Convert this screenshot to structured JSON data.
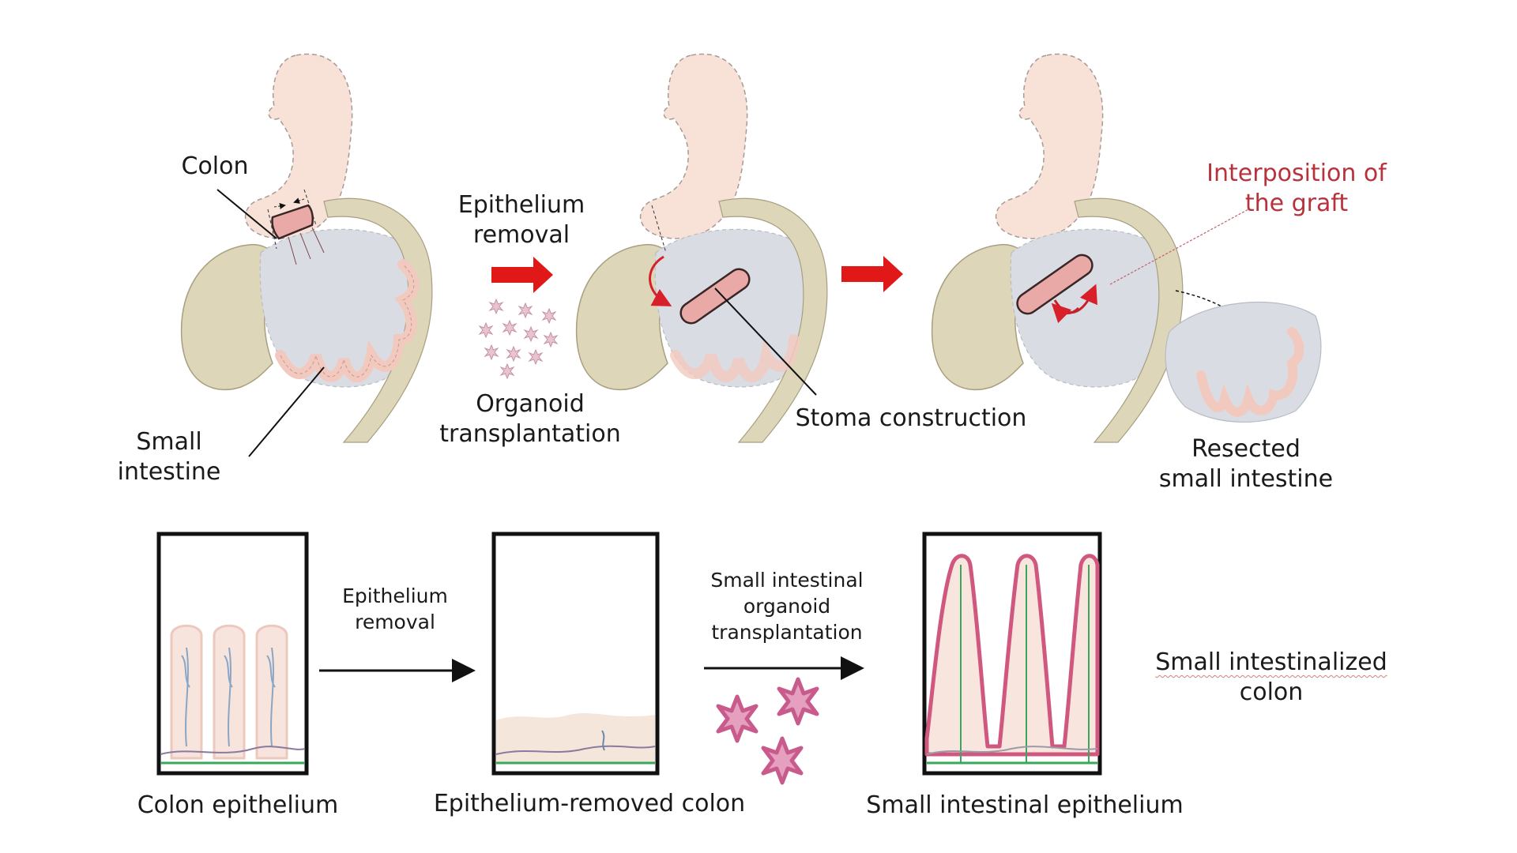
{
  "figure": {
    "title": "Small intestinalized colon construction procedure",
    "top_row": {
      "panel1": {
        "colon_label": "Colon",
        "small_intestine_label": [
          "Small",
          "intestine"
        ]
      },
      "step1": {
        "label": [
          "Epithelium",
          "removal"
        ],
        "sublabel": [
          "Organoid",
          "transplantation"
        ]
      },
      "panel2": {
        "stoma_label": "Stoma construction"
      },
      "panel3": {
        "graft_label": [
          "Interposition of",
          "the graft"
        ],
        "resected_label": [
          "Resected",
          "small intestine"
        ]
      }
    },
    "bottom_row": {
      "box1_caption": "Colon epithelium",
      "arrow1_label": [
        "Epithelium",
        "removal"
      ],
      "box2_caption": "Epithelium-removed colon",
      "arrow2_label": [
        "Small intestinal",
        "organoid",
        "transplantation"
      ],
      "box3_caption": "Small intestinal epithelium",
      "result_label": [
        "Small intestinalized",
        "colon"
      ]
    },
    "colors": {
      "stomach": "#f8e2d8",
      "liver": "#ddd6b8",
      "mesentery": "#d9dde3",
      "intestine": "#f6d7cf",
      "graft": "#e9a9a6",
      "arrow_red": "#e01818",
      "label_red": "#b8323c",
      "organoid": "#d77ea6",
      "villus_outline": "#d0587e",
      "vessel_green": "#3aa85a"
    }
  }
}
